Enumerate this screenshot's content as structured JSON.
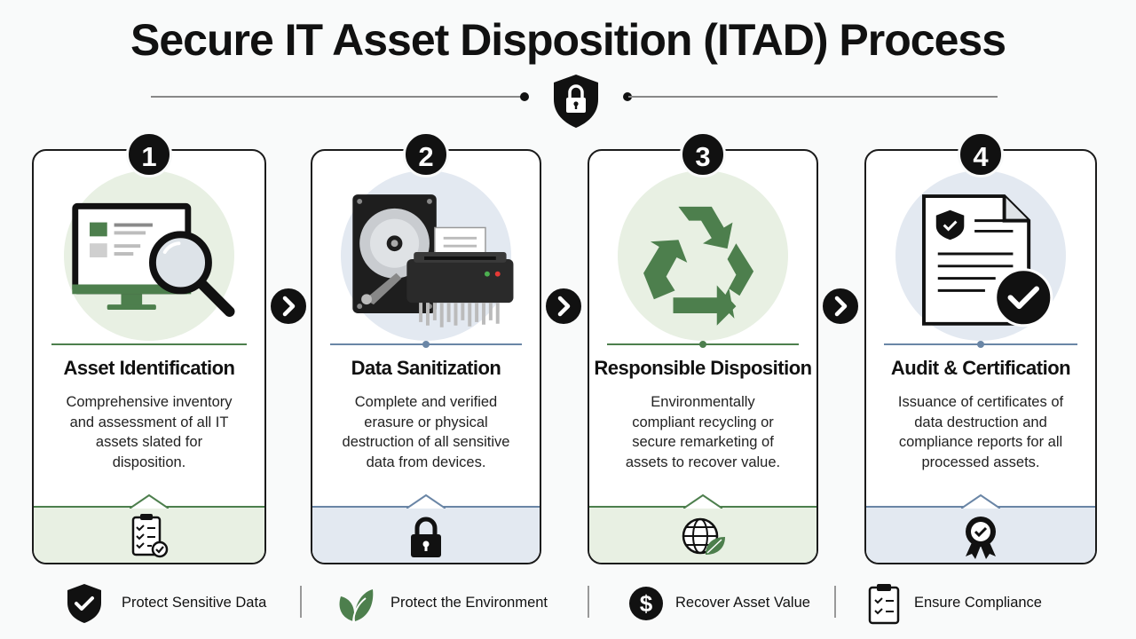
{
  "title": "Secure IT Asset Disposition (ITAD) Process",
  "colors": {
    "green": "#4d7f4d",
    "green_light": "#e8f0e3",
    "blue": "#6a86a6",
    "blue_light": "#e3e9f1",
    "dark": "#111111"
  },
  "steps": [
    {
      "number": "1",
      "title": "Asset Identification",
      "description": "Comprehensive inventory and assessment of all IT assets slated for disposition.",
      "illustration": "monitor-magnifier-icon",
      "footer_icon": "checklist-icon"
    },
    {
      "number": "2",
      "title": "Data Sanitization",
      "description": "Complete and verified erasure or physical destruction of all sensitive data from devices.",
      "illustration": "hard-drive-shredder-icon",
      "footer_icon": "padlock-icon"
    },
    {
      "number": "3",
      "title": "Responsible Disposition",
      "description": "Environmentally compliant recycling or secure remarketing of assets to recover value.",
      "illustration": "recycle-icon",
      "footer_icon": "globe-leaf-icon"
    },
    {
      "number": "4",
      "title": "Audit & Certification",
      "description": "Issuance of certificates of data destruction and compliance reports for all processed assets.",
      "illustration": "certificate-check-icon",
      "footer_icon": "award-ribbon-icon"
    }
  ],
  "benefits": [
    {
      "label": "Protect Sensitive Data",
      "icon": "shield-check-icon"
    },
    {
      "label": "Protect the Environment",
      "icon": "leaf-icon"
    },
    {
      "label": "Recover Asset Value",
      "icon": "dollar-coin-icon"
    },
    {
      "label": "Ensure Compliance",
      "icon": "clipboard-check-icon"
    }
  ]
}
